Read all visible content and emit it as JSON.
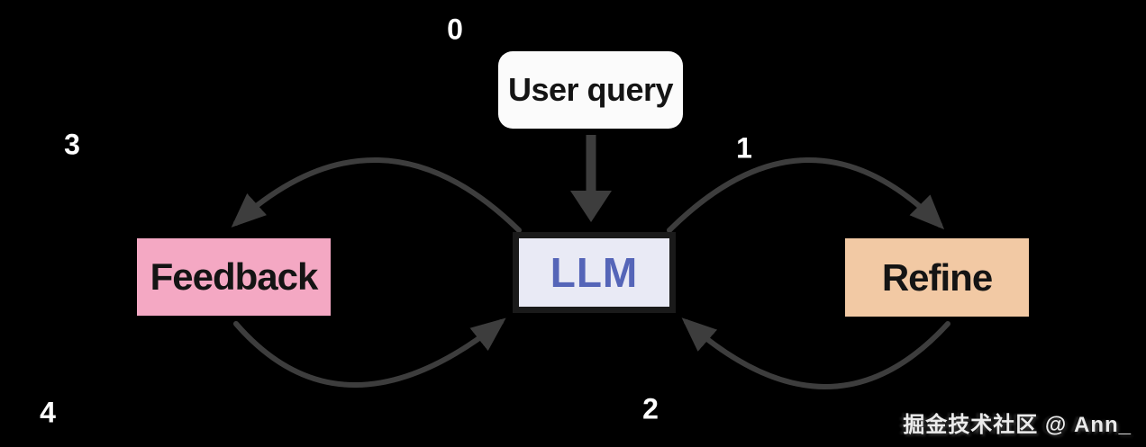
{
  "canvas": {
    "background": "#000000"
  },
  "nodes": {
    "user_query": {
      "label": "User query",
      "bg": "#fbfbfb",
      "fg": "#141414"
    },
    "llm": {
      "label": "LLM",
      "bg": "#e9eaf5",
      "fg": "#5565b8",
      "border": "#1a1a1a"
    },
    "feedback": {
      "label": "Feedback",
      "bg": "#f4a8c3",
      "fg": "#141414"
    },
    "refine": {
      "label": "Refine",
      "bg": "#f2c9a4",
      "fg": "#141414"
    }
  },
  "steps": {
    "s0": "0",
    "s1": "1",
    "s2": "2",
    "s3": "3",
    "s4": "4"
  },
  "arrows": {
    "color": "#3d3d3d"
  },
  "watermark": {
    "text": "掘金技术社区 @ Ann_",
    "color": "#ebebeb"
  }
}
